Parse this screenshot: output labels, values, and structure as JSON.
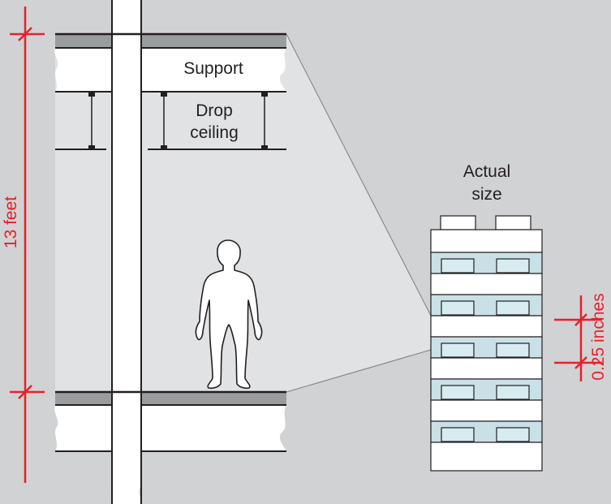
{
  "diagram": {
    "labels": {
      "support": "Support",
      "drop_ceiling_line1": "Drop",
      "drop_ceiling_line2": "ceiling",
      "actual_size_line1": "Actual",
      "actual_size_line2": "size",
      "floor_height": "13 feet",
      "layer_height": "0.25 inches"
    },
    "colors": {
      "background": "#d1d2d4",
      "line": "#231f20",
      "dimension": "#e8202a",
      "floor_slab": "#9b9c9e",
      "glass_layer": "#c9e0e6",
      "window_pane": "#d6ecf1",
      "white": "#ffffff",
      "zoom_cone": "#e1e2e4"
    },
    "icons": {
      "person": "human-silhouette-icon"
    }
  }
}
